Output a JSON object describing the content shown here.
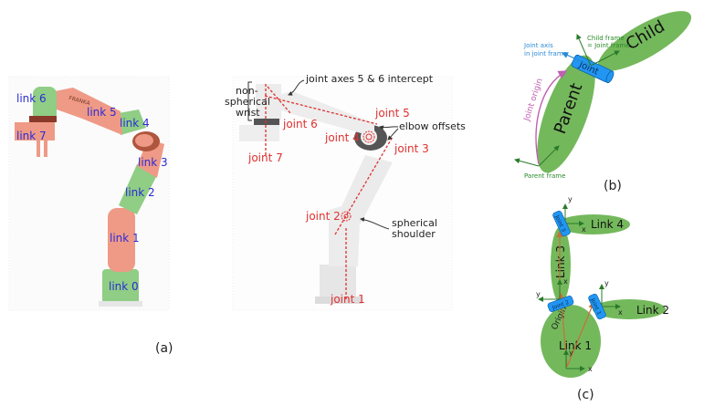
{
  "panel_a": {
    "caption": "(a)",
    "links": [
      "link 0",
      "link 1",
      "link 2",
      "link 3",
      "link 4",
      "link 5",
      "link 6",
      "link 7"
    ],
    "brand": "FRANKA",
    "joints": [
      "joint 1",
      "joint 2",
      "joint 3",
      "joint 4",
      "joint 5",
      "joint 6",
      "joint 7"
    ],
    "annotations": {
      "wrist_line1": "non-",
      "wrist_line2": "spherical",
      "wrist_line3": "wrist",
      "intercept": "joint axes 5 & 6 intercept",
      "elbow": "elbow offsets",
      "shoulder_line1": "spherical",
      "shoulder_line2": "shoulder"
    },
    "colors": {
      "link_green": "#8fce84",
      "link_salmon": "#ef9a86",
      "label_blue": "#2b2bd6",
      "joint_red": "#e03030"
    }
  },
  "panel_b": {
    "caption": "(b)",
    "parent": "Parent",
    "child": "Child",
    "joint": "Joint",
    "joint_origin": "Joint origin",
    "joint_axis_line1": "Joint axis",
    "joint_axis_line2": "in joint frame",
    "child_frame_line1": "Child frame",
    "child_frame_line2": "= Joint frame",
    "parent_frame": "Parent frame",
    "colors": {
      "ellipse": "#74b85c",
      "joint": "#2196f3",
      "origin_arrow": "#c060b0",
      "frame": "#2a7a2a"
    }
  },
  "panel_c": {
    "caption": "(c)",
    "links": [
      "Link 1",
      "Link 2",
      "Link 3",
      "Link 4"
    ],
    "joints": [
      "Joint 1",
      "Joint 2",
      "Joint 3"
    ],
    "origin": "Origin",
    "axis_x": "x",
    "axis_y": "y",
    "colors": {
      "ellipse": "#74b85c",
      "joint": "#2196f3",
      "vector": "#c8703a"
    }
  }
}
